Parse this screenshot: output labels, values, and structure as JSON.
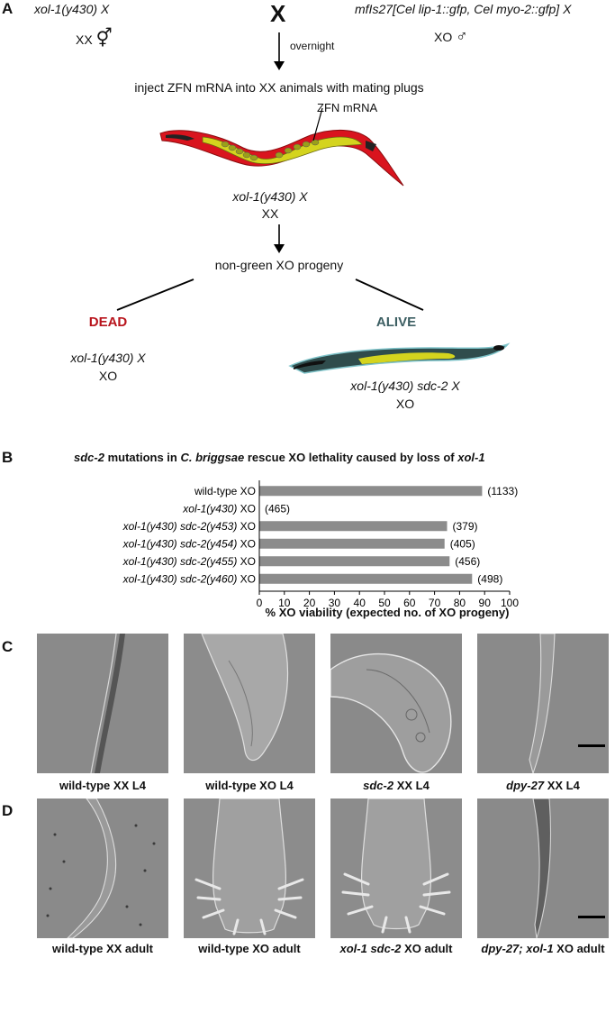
{
  "panel_a": {
    "letter": "A",
    "left_parent": "xol-1(y430) X",
    "left_sex": "XX",
    "cross_symbol": "X",
    "right_parent": "mfIs27[Cel lip-1::gfp, Cel myo-2::gfp] X",
    "right_sex": "XO",
    "overnight": "overnight",
    "inject_text": "inject ZFN mRNA into XX animals with mating plugs",
    "zfn_label": "ZFN mRNA",
    "worm_genotype": "xol-1(y430) X",
    "worm_sex": "XX",
    "progeny_text": "non-green XO progeny",
    "dead_label": "DEAD",
    "dead_genotype": "xol-1(y430) X",
    "dead_sex": "XO",
    "alive_label": "ALIVE",
    "alive_genotype": "xol-1(y430) sdc-2 X",
    "alive_sex": "XO",
    "colors": {
      "dead": "#b8141c",
      "alive": "#3d5f63",
      "worm_red": "#d9141e",
      "worm_yellow": "#d4d41e",
      "worm_dark": "#2f4c4c"
    }
  },
  "panel_b": {
    "letter": "B",
    "title_parts": [
      "sdc-2",
      " mutations in ",
      "C. briggsae",
      " rescue XO lethality caused by loss of ",
      "xol-1"
    ],
    "xlabel": "% XO viability (expected no. of XO progeny)"
  },
  "chart_data": {
    "type": "bar",
    "orientation": "horizontal",
    "categories": [
      "wild-type XO",
      "xol-1(y430) XO",
      "xol-1(y430) sdc-2(y453) XO",
      "xol-1(y430) sdc-2(y454) XO",
      "xol-1(y430) sdc-2(y455) XO",
      "xol-1(y430) sdc-2(y460) XO"
    ],
    "values": [
      89,
      0,
      75,
      74,
      76,
      85
    ],
    "counts": [
      "(1133)",
      "(465)",
      "(379)",
      "(405)",
      "(456)",
      "(498)"
    ],
    "xlim": [
      0,
      100
    ],
    "xticks": [
      0,
      10,
      20,
      30,
      40,
      50,
      60,
      70,
      80,
      90,
      100
    ],
    "xlabel": "% XO viability (expected no. of XO progeny)",
    "bar_color": "#8c8c8c"
  },
  "panel_c": {
    "letter": "C",
    "captions": [
      [
        {
          "t": "wild-type XX L4",
          "i": false
        }
      ],
      [
        {
          "t": "wild-type XO L4",
          "i": false
        }
      ],
      [
        {
          "t": "sdc-2",
          "i": true
        },
        {
          "t": " XX L4",
          "i": false
        }
      ],
      [
        {
          "t": "dpy-27",
          "i": true
        },
        {
          "t": " XX L4",
          "i": false
        }
      ]
    ]
  },
  "panel_d": {
    "letter": "D",
    "captions": [
      [
        {
          "t": "wild-type XX adult",
          "i": false
        }
      ],
      [
        {
          "t": "wild-type XO adult",
          "i": false
        }
      ],
      [
        {
          "t": "xol-1 sdc-2",
          "i": true
        },
        {
          "t": " XO adult",
          "i": false
        }
      ],
      [
        {
          "t": "dpy-27; xol-1",
          "i": true
        },
        {
          "t": " XO adult",
          "i": false
        }
      ]
    ]
  }
}
